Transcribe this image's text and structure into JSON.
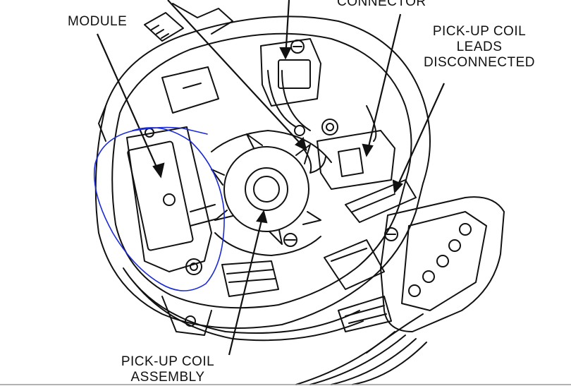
{
  "labels": {
    "module": "MODULE",
    "connector": "CONNECTOR",
    "pickup_leads": [
      "PICK-UP COIL",
      "LEADS",
      "DISCONNECTED"
    ],
    "pickup_assembly": [
      "PICK-UP COIL",
      "ASSEMBLY"
    ]
  },
  "colors": {
    "ink": "#111111",
    "annotation": "#1a2ad6"
  }
}
